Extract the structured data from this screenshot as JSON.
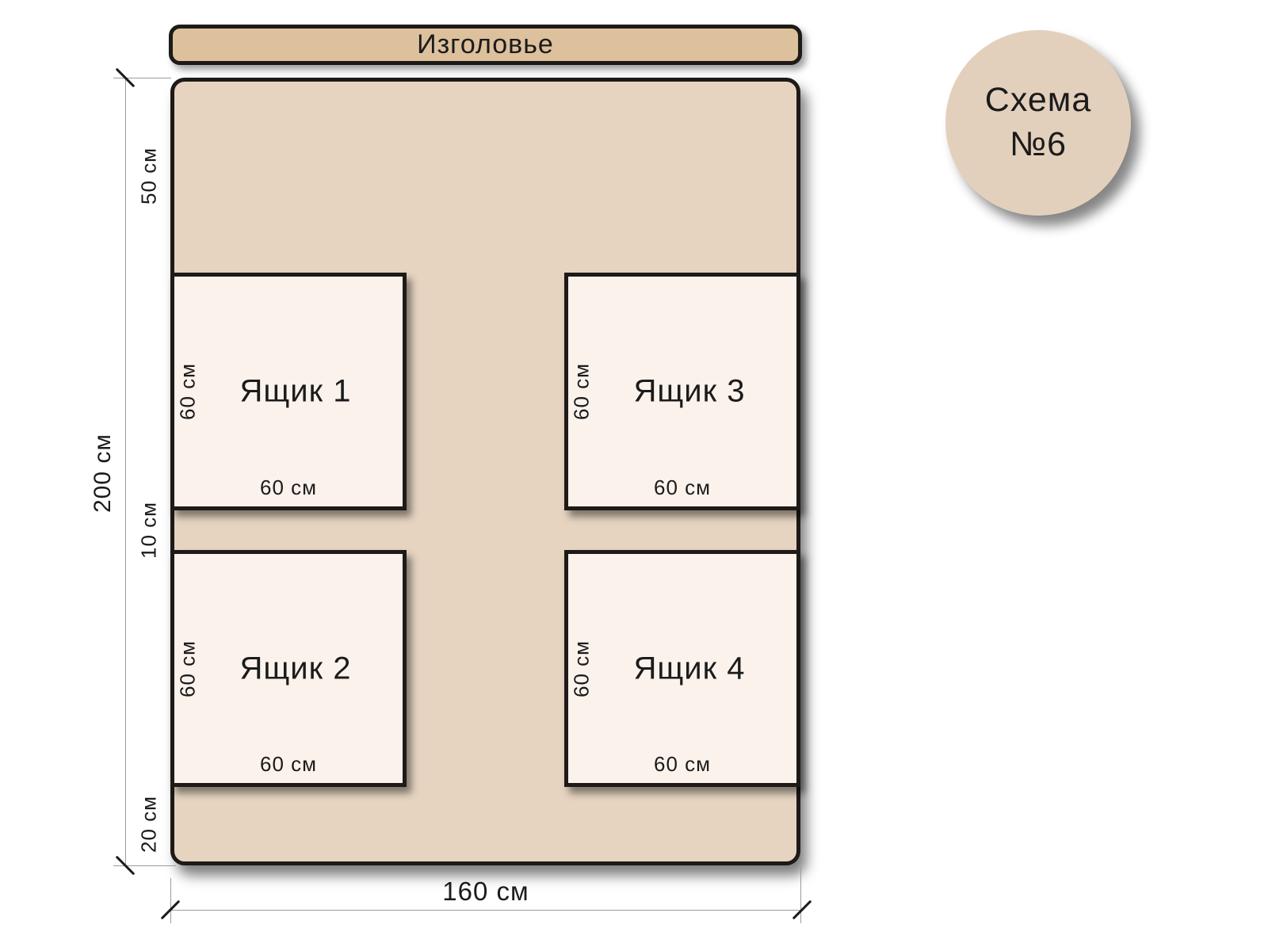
{
  "badge": {
    "line1": "Схема",
    "line2": "№6"
  },
  "headboard": {
    "label": "Изголовье"
  },
  "dimensions": {
    "total_height": "200 см",
    "total_width": "160 см",
    "top_offset": "50 см",
    "middle_gap": "10 см",
    "bottom_offset": "20 см"
  },
  "drawers": [
    {
      "name": "Ящик 1",
      "width_label": "60 см",
      "height_label": "60 см"
    },
    {
      "name": "Ящик 2",
      "width_label": "60 см",
      "height_label": "60 см"
    },
    {
      "name": "Ящик 3",
      "width_label": "60 см",
      "height_label": "60 см"
    },
    {
      "name": "Ящик 4",
      "width_label": "60 см",
      "height_label": "60 см"
    }
  ],
  "colors": {
    "headboard": "#ddc09c",
    "bed": "#e6d4c1",
    "drawer": "#fbf2ec",
    "badge": "#e3d0bc",
    "outline": "#1d1a17",
    "dimension_line": "#9c9c9c",
    "text": "#1b1b1b"
  }
}
